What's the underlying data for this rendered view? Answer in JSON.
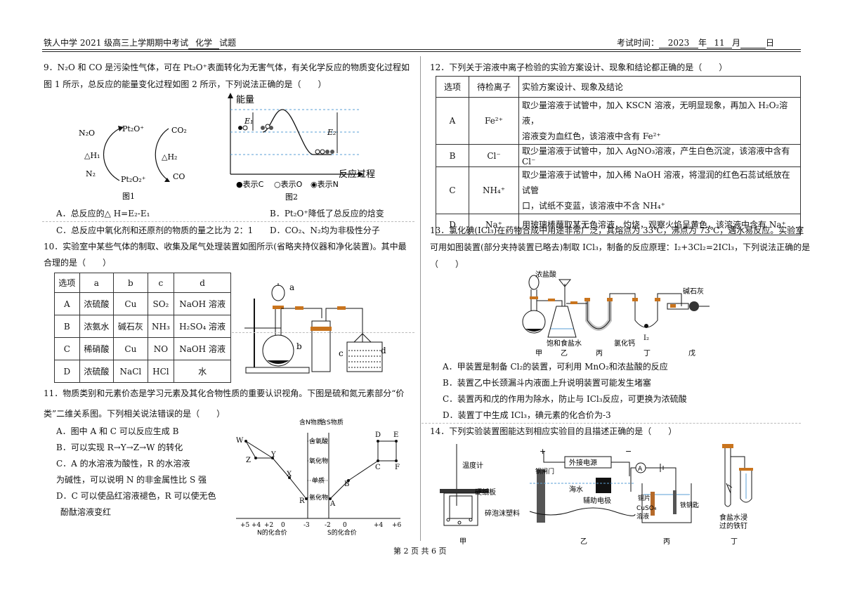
{
  "header": {
    "left": "铁人中学 2021 级高三上学期期中考试",
    "subject": "化学",
    "left_tail": "试题",
    "right_label": "考试时间：",
    "year": "2023",
    "year_unit": "年",
    "month": "11",
    "month_unit": "月",
    "day_unit": "日"
  },
  "footer": "第 2 页 共 6 页",
  "q9": {
    "stem1": "9．N₂O 和 CO 是污染性气体，可在 Pt₂O⁺表面转化为无害气体，有关化学反应的物质变化过程如",
    "stem2": "图 1 所示，总反应的能量变化过程如图 2 所示，下列说法正确的是（　　）",
    "fig1": {
      "n2o": "N₂O",
      "pt2o": "Pt₂O⁺",
      "co2": "CO₂",
      "dh1": "△H₁",
      "dh2": "△H₂",
      "n2": "N₂",
      "pt2o2": "Pt₂O₂⁺",
      "co": "CO",
      "caption": "图1"
    },
    "fig2": {
      "ylabel": "能量",
      "e1": "E₁",
      "e2": "E₂",
      "xlabel": "反应过程",
      "legend_c": "●表示C",
      "legend_o": "○表示O",
      "legend_n": "◉表示N",
      "caption": "图2"
    },
    "optA": "A．总反应的△ H=E₂-E₁",
    "optB": "B．Pt₂O⁺降低了总反应的焓变",
    "optC": "C．总反应中氧化剂和还原剂的物质的量之比为 2：1",
    "optD": "D．CO₂、N₂均为非极性分子"
  },
  "q10": {
    "stem1": "10．实验室中某些气体的制取、收集及尾气处理装置如图所示(省略夹持仪器和净化装置)。其中最",
    "stem2": "合理的是（　　）",
    "table": {
      "headers": [
        "选项",
        "a",
        "b",
        "c",
        "d"
      ],
      "rows": [
        [
          "A",
          "浓硫酸",
          "Cu",
          "SO₂",
          "NaOH 溶液"
        ],
        [
          "B",
          "浓氨水",
          "碱石灰",
          "NH₃",
          "H₂SO₄ 溶液"
        ],
        [
          "C",
          "稀硝酸",
          "Cu",
          "NO",
          "NaOH 溶液"
        ],
        [
          "D",
          "浓硫酸",
          "NaCl",
          "HCl",
          "水"
        ]
      ]
    },
    "labels": {
      "a": "a",
      "b": "b",
      "c": "c",
      "d": "d"
    }
  },
  "q11": {
    "stem1": "11．物质类别和元素价态是学习元素及其化合物性质的重要认识视角。下图是硫和氮元素部分“价",
    "stem2": "类”二维关系图。下列相关说法错误的是（　　）",
    "optA": "A．图中 A 和 C 可以反应生成 B",
    "optB": "B．可以实现 R→Y→Z→W 的转化",
    "optC1": "C．A 的水溶液为酸性，R 的水溶液",
    "optC2": "为碱性，可以说明 N 的非金属性比 S 强",
    "optD1": "D．C 可以使品红溶液褪色，R 可以使无色",
    "optD2": "酚酞溶液变红",
    "chart": {
      "nclass": "含N物质",
      "sclass": "含S物质",
      "cats": [
        "含氧酸",
        "氧化物",
        "单质",
        "氢化物"
      ],
      "points": [
        "W",
        "Z",
        "Y",
        "X",
        "R",
        "A",
        "B",
        "C",
        "D",
        "E",
        "F"
      ],
      "nticks": [
        "+5",
        "+4",
        "+2",
        "0",
        "-3"
      ],
      "sticks": [
        "-2",
        "0",
        "+4",
        "+6"
      ],
      "nlabel": "N的化合价",
      "slabel": "S的化合价"
    }
  },
  "q12": {
    "stem": "12．下列关于溶液中离子检验的实验方案设计、现象和结论都正确的是（　　）",
    "table": {
      "headers": [
        "选项",
        "待检离子",
        "实验方案设计、现象及结论"
      ],
      "rows": [
        [
          "A",
          "Fe²⁺",
          "取少量溶液于试管中，加入 KSCN 溶液，无明显现象，再加入 H₂O₂溶液，",
          "溶液变为血红色，该溶液中含有 Fe²⁺"
        ],
        [
          "B",
          "Cl⁻",
          "取少量溶液于试管中，加入 AgNO₃溶液，产生白色沉淀，该溶液中含有 Cl⁻",
          ""
        ],
        [
          "C",
          "NH₄⁺",
          "取少量溶液于试管中，加入稀 NaOH 溶液，将湿润的红色石蕊试纸放在试管",
          "口，试纸不变蓝，该溶液中不含 NH₄⁺"
        ],
        [
          "D",
          "Na⁺",
          "用玻璃棒蘸取某无色溶液，灼烧，观察火焰呈黄色，该溶液中含有 Na⁺",
          ""
        ]
      ]
    }
  },
  "q13": {
    "stem1": "13．氯化碘(ICl₃)在药物合成中用途非常广泛，其熔点为 33℃，沸点为 73℃，遇水易反应。实验室",
    "stem2": "可用如图装置(部分夹持装置已略去)制取 ICl₃，制备的反应原理：I₂+3Cl₂=2ICl₃，下列说法正确的是",
    "stem3": "（　　）",
    "fig": {
      "hcl": "浓盐酸",
      "sodalime": "碱石灰",
      "brine": "饱和食盐水",
      "cacl2": "氯化钙",
      "i2": "I₂",
      "jia": "甲",
      "yi": "乙",
      "bing": "丙",
      "ding": "丁",
      "wu": "戊"
    },
    "optA": "A．甲装置是制备 Cl₂的装置，可利用 MnO₂和浓盐酸的反应",
    "optB": "B．装置乙中长颈漏斗内液面上升说明装置可能发生堵塞",
    "optC": "C．装置丙和戊的作用为除水，防止与 ICl₃反应，可更换为浓硫酸",
    "optD": "D．装置丁中生成 ICl₃，碘元素的化合价为-3"
  },
  "q14": {
    "stem": "14．下列实验装置图能达到相应实验目的且描述正确的是（　　）",
    "fig": {
      "thermo": "温度计",
      "board": "硬纸板",
      "foam": "碎泡沫塑料",
      "jia": "甲",
      "power": "外接电源",
      "gate": "钢闸门",
      "sea": "海水",
      "aux": "辅助电极",
      "yi": "乙",
      "ammeter": "A",
      "cu": "铜片",
      "cuso4a": "CuSO₄",
      "cuso4b": "溶液",
      "key": "铁钥匙",
      "bing": "丙",
      "brine": "食盐水浸",
      "nail": "过的铁钉",
      "ding": "丁",
      "plus": "+",
      "minus": "−"
    }
  }
}
